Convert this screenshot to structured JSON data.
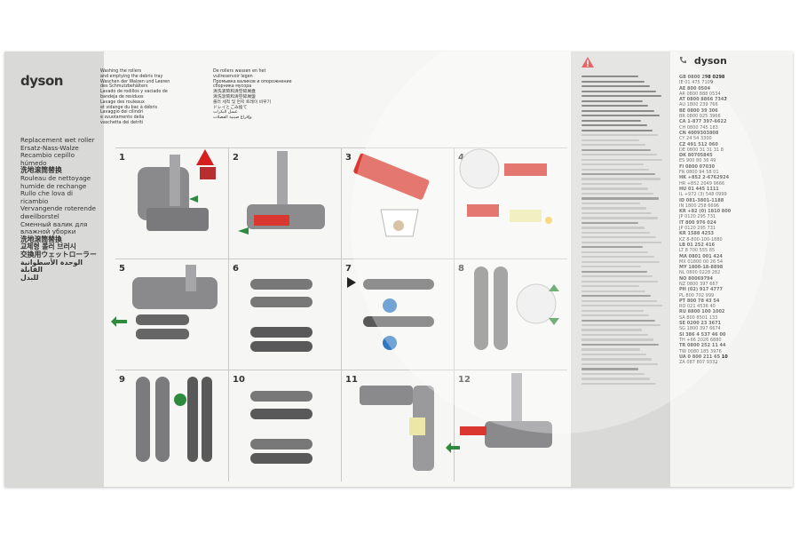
{
  "brand": {
    "name": "dyson"
  },
  "product_titles": [
    "Replacement wet roller",
    "Ersatz-Nass-Walze",
    "Recambio cepillo húmedo",
    "洗地滚筒替换",
    "Rouleau de nettoyage",
    "humide de rechange",
    "Rullo che lova di ricambio",
    "Vervangende roterende",
    "dweilborstel",
    "Сменный валик для",
    "влажной уборки",
    "洗地滾筒替換",
    "교체형 롤러 브러시",
    "交換用ウェットローラー",
    "الوحدة الأسطوانية القابلة",
    "للبدل"
  ],
  "header_blocks": {
    "a": [
      "Washing the rollers",
      "and emptying the debris tray",
      "Waschen der Walzen und Leeren",
      "des Schmutzbehälters",
      "Lavado de rodillos y vaciado de",
      "bandeja de residuos",
      "Lavage des rouleaux",
      "et vidange du bac à débris",
      "Lavaggio dei cilindri",
      "e svuotamento della",
      "vaschetta dei detriti"
    ],
    "b": [
      "De rollers wassen en het",
      "vuilreservoir legen",
      "Промывка валиков и опорожнение",
      "сборника мусора",
      "清洗滚筒和清空碎屑盘",
      "清洗滾筒和清空碎屑盤",
      "롤러 세척 및 먼지 트레이 비우기",
      "ドレイとごみ捨て",
      "غسل البكرات",
      "وإفراغ صينية الفضلات"
    ]
  },
  "steps": [
    {
      "label": "1"
    },
    {
      "label": "2"
    },
    {
      "label": "3"
    },
    {
      "label": "4"
    },
    {
      "label": "5"
    },
    {
      "label": "6"
    },
    {
      "label": "7"
    },
    {
      "label": "8"
    },
    {
      "label": "9"
    },
    {
      "label": "10"
    },
    {
      "label": "11"
    },
    {
      "label": "12"
    }
  ],
  "phone_numbers": [
    "GB 0800 298 0298",
    "IE 01 475 7109",
    "AE 800 0504",
    "AR 0800 888 0534",
    "AT 0800 8866 7342",
    "AU 1800 239 766",
    "BE 0800 39 306",
    "BR 0800 025 3966",
    "CA 1-877 397-6622",
    "CH 0800 745 183",
    "CN 4009303808",
    "CY 24 54 3300",
    "CZ 491 512 060",
    "DE 0800 31 31 31 8",
    "DK 80705845",
    "ES 900 80 36 49",
    "FI 0800 07030",
    "FR 0800 94 58 01",
    "HK +852 2-6762924",
    "HR +852 2049 9666",
    "HU 01 445 1111",
    "IL +972 (3) 548 0999",
    "ID 081-3801-1188",
    "IN 1800 258 6696",
    "KR +82 (0) 1810 800",
    "JP 0120 295 731",
    "IT 800 976 024",
    "JP 0120 295 731",
    "KR 1588 4253",
    "KZ 8-800-100-1880",
    "LB 01 252 416",
    "LT 8 700 555 85",
    "MA 0801 001 424",
    "MX 01800 00 26 54",
    "MY 1800-18-8898",
    "NL 0800 0228 282",
    "NO 80069794",
    "NZ 0800 397 667",
    "PH (02) 917 4777",
    "PL 800 702 999",
    "PT 800 78 43 54",
    "RO 021 4536 40",
    "RU 8800 100 1002",
    "SA 800 8501 133",
    "SE 0200 23 3671",
    "SG 1800 397 6674",
    "SI 386 4 537 46 00",
    "TH +66 2026 6880",
    "TR 0800 252 11 44",
    "TW 0080 185 3976",
    "UA 0 800 211 65 10",
    "ZA 087 807 9332"
  ]
}
